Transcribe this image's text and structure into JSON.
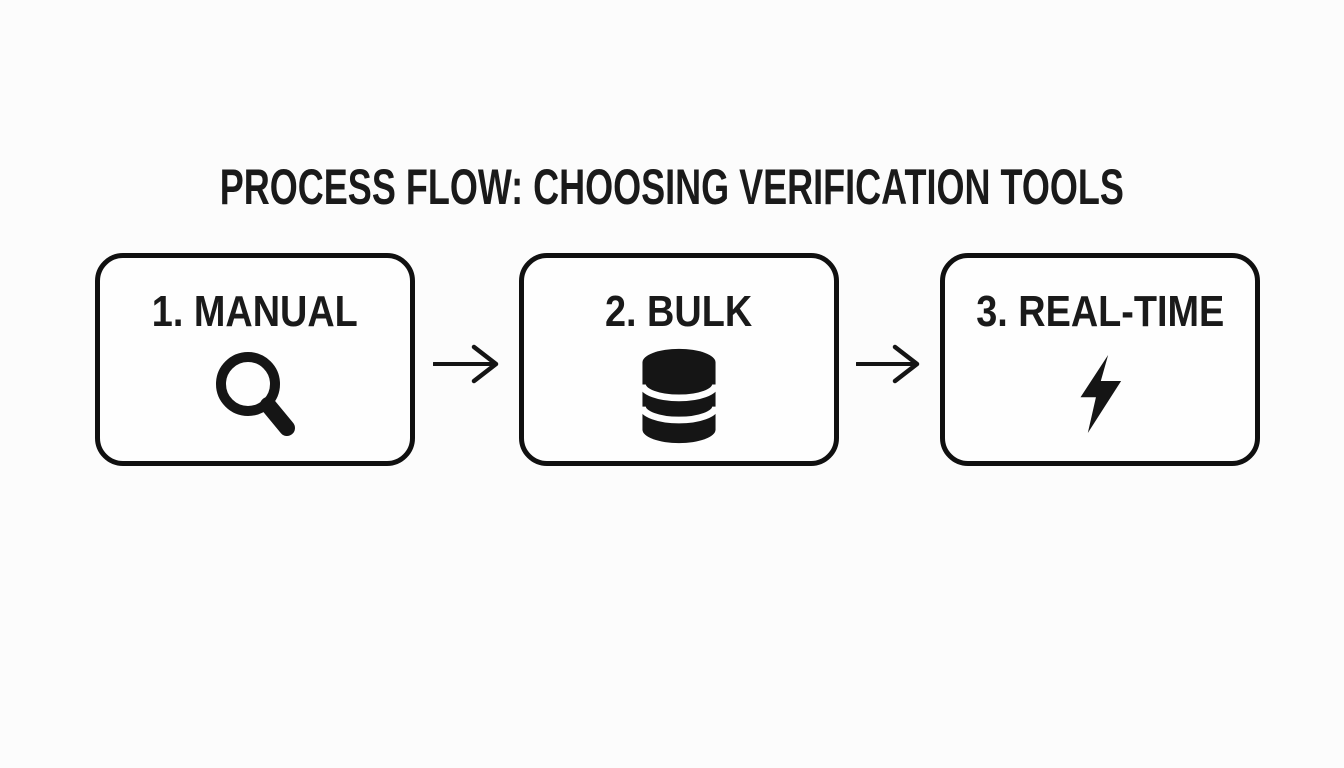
{
  "title": "PROCESS FLOW: CHOOSING VERIFICATION TOOLS",
  "steps": [
    {
      "label": "1. MANUAL",
      "icon": "magnifier-icon"
    },
    {
      "label": "2. BULK",
      "icon": "database-icon"
    },
    {
      "label": "3. REAL-TIME",
      "icon": "lightning-icon"
    }
  ],
  "connectors": [
    {
      "type": "arrow-right"
    },
    {
      "type": "arrow-right"
    }
  ],
  "colors": {
    "ink": "#151515",
    "border": "#101010",
    "background": "#fcfcfc",
    "box_fill": "#fefefe"
  }
}
